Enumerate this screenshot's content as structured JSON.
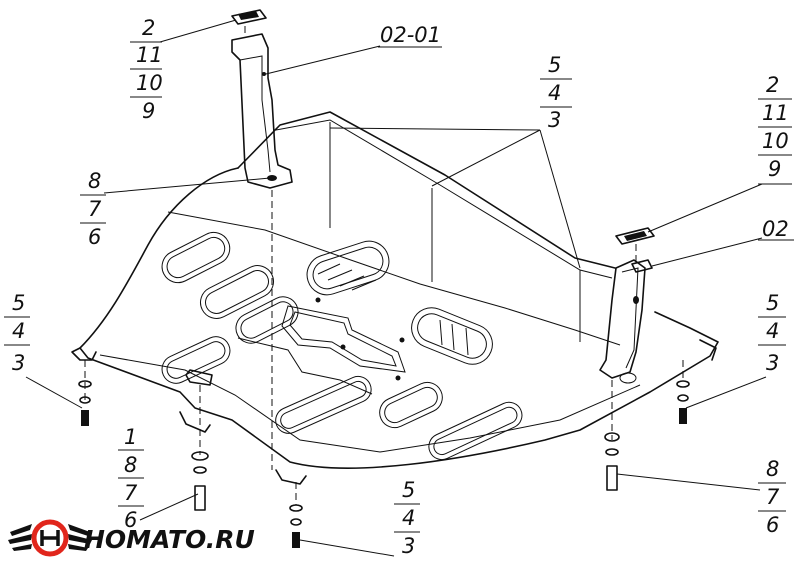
{
  "callouts": [
    {
      "id": "top-left",
      "labels": [
        "2",
        "11",
        "10",
        "9"
      ]
    },
    {
      "id": "bracket-left",
      "labels": [
        "02-01"
      ]
    },
    {
      "id": "top-middle",
      "labels": [
        "5",
        "4",
        "3"
      ]
    },
    {
      "id": "top-right",
      "labels": [
        "2",
        "11",
        "10",
        "9"
      ]
    },
    {
      "id": "mid-left",
      "labels": [
        "8",
        "7",
        "6"
      ]
    },
    {
      "id": "bracket-right",
      "labels": [
        "02"
      ]
    },
    {
      "id": "left-edge",
      "labels": [
        "5",
        "4",
        "3"
      ]
    },
    {
      "id": "right-edge",
      "labels": [
        "5",
        "4",
        "3"
      ]
    },
    {
      "id": "bottom-left",
      "labels": [
        "1",
        "8",
        "7",
        "6"
      ]
    },
    {
      "id": "bottom-middle",
      "labels": [
        "5",
        "4",
        "3"
      ]
    },
    {
      "id": "bottom-right",
      "labels": [
        "8",
        "7",
        "6"
      ]
    }
  ],
  "logo": {
    "text": "HOMATO.RU",
    "icon": "winged-wheel-logo-icon",
    "accent": "#e1261c"
  }
}
